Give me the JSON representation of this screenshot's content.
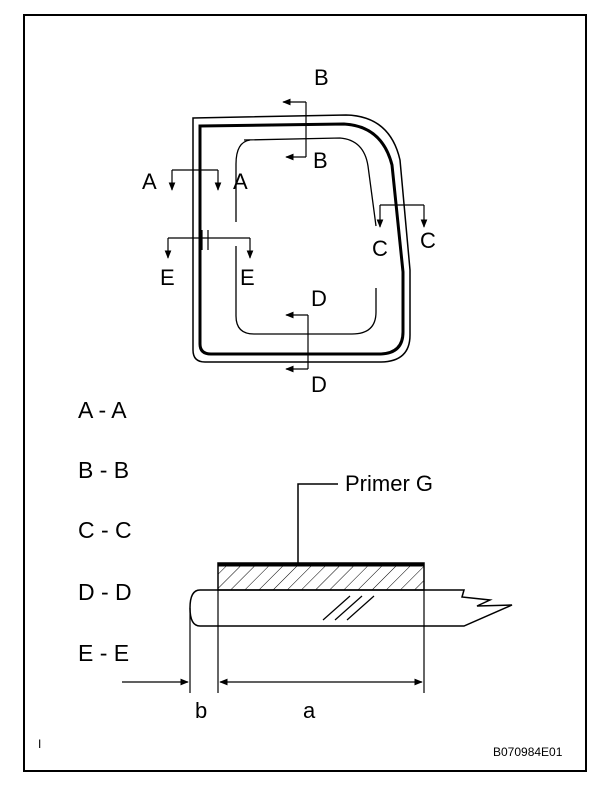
{
  "diagram": {
    "cut_labels": {
      "a": "A",
      "b": "B",
      "c": "C",
      "d": "D",
      "e": "E"
    },
    "section_list": [
      "A - A",
      "B - B",
      "C - C",
      "D - D",
      "E - E"
    ],
    "callout": "Primer G",
    "dimensions": {
      "a": "a",
      "b": "b"
    },
    "corner_mark": "I",
    "figure_code": "B070984E01"
  }
}
